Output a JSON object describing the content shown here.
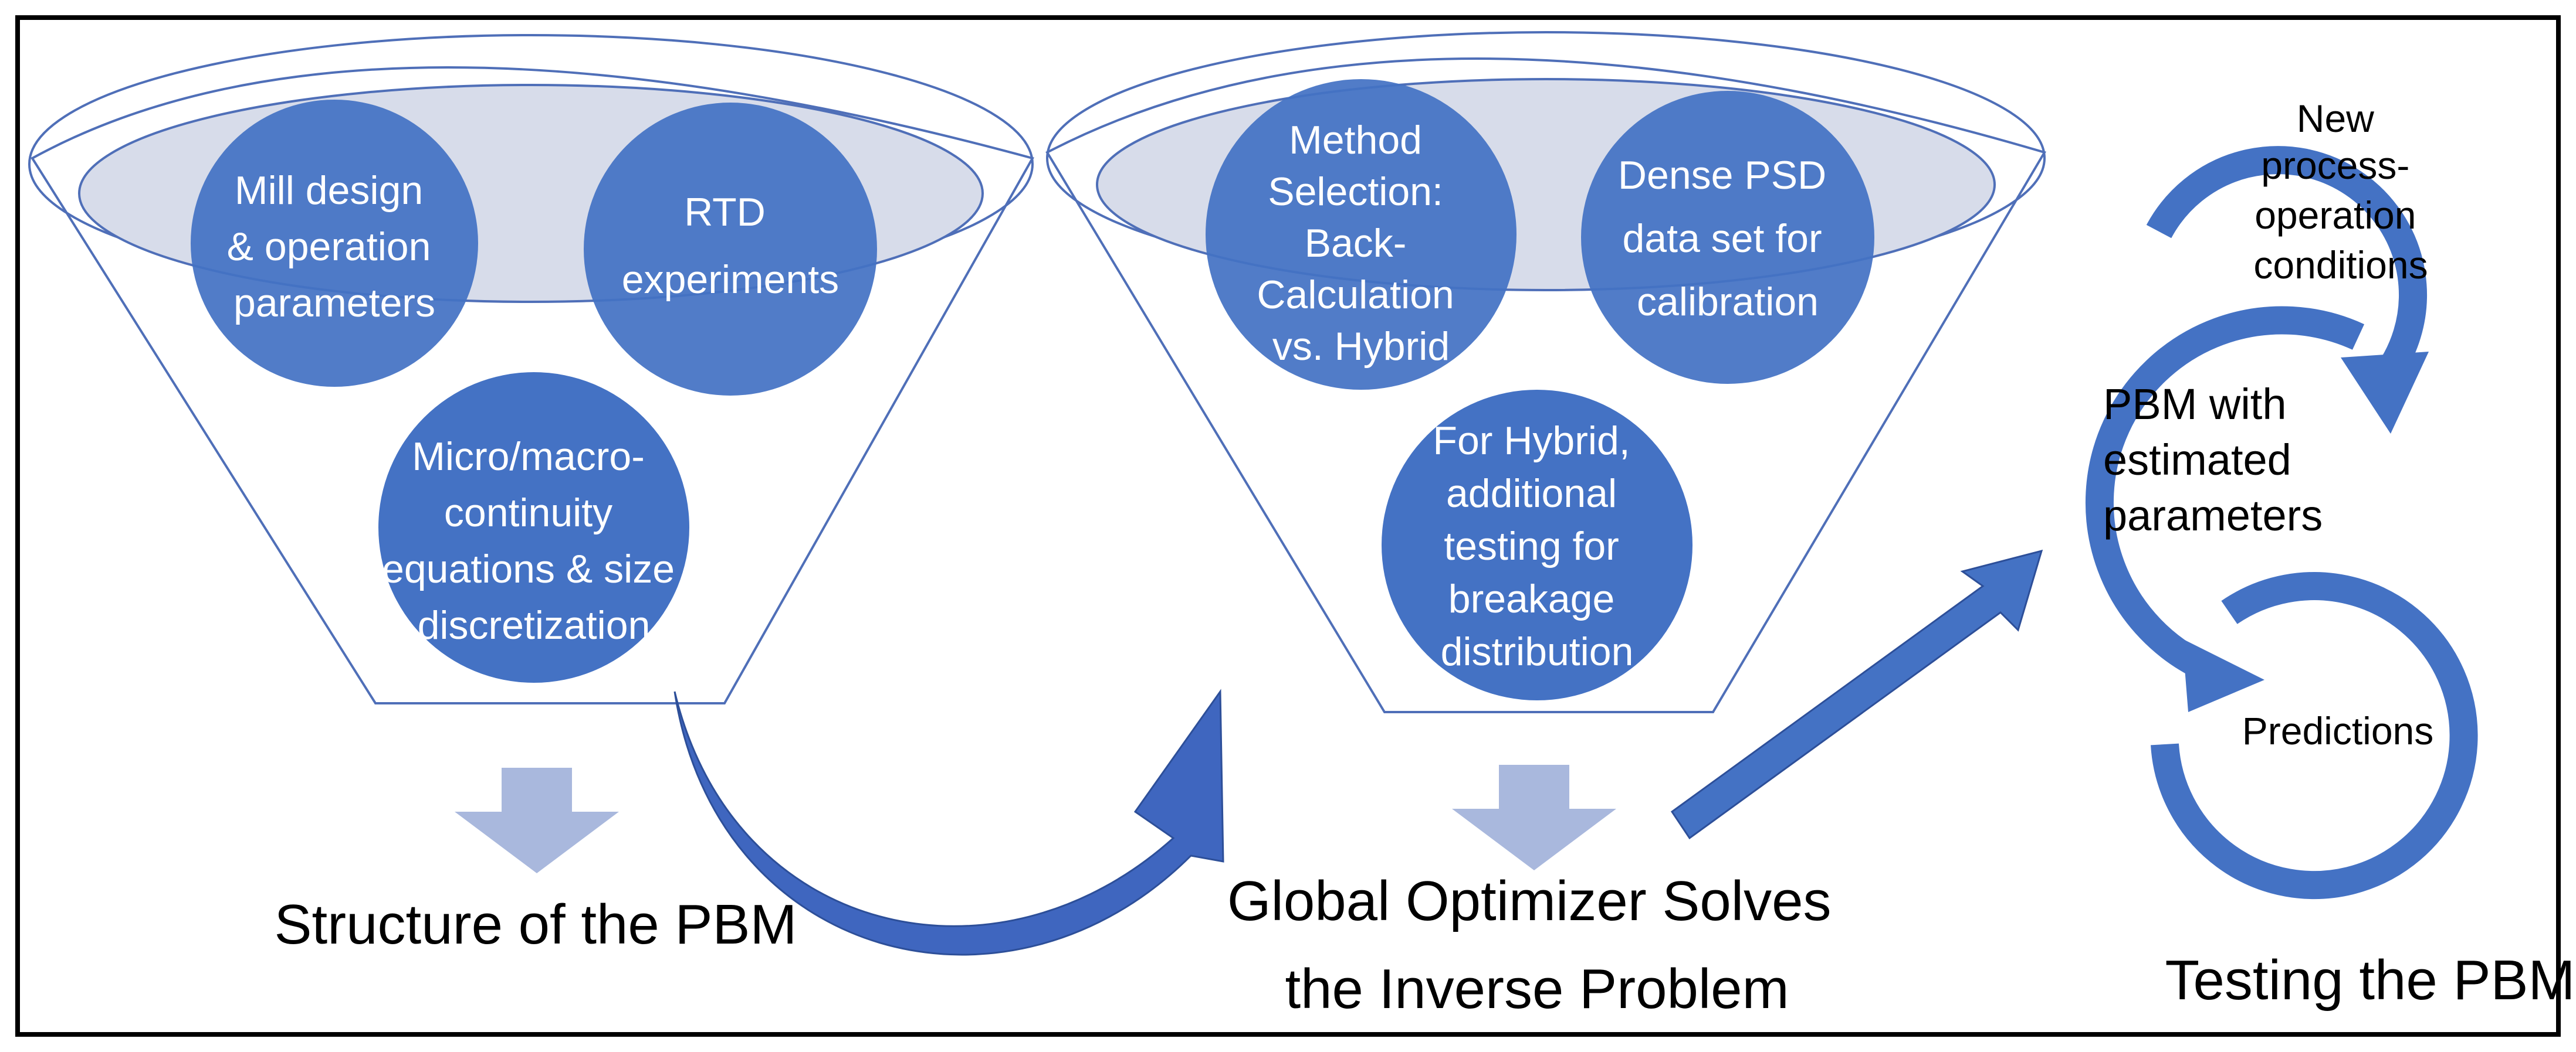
{
  "colors": {
    "circle_fill": "#4472C4",
    "funnel_top_fill": "#D7DCEA",
    "funnel_outline": "#4F6FB8",
    "down_arrow": "#A9B8DD",
    "curved_arrow": "#3F66BF",
    "frame": "#000000"
  },
  "funnels": [
    {
      "circles": [
        {
          "lines": [
            "Mill design",
            "& operation",
            "parameters"
          ]
        },
        {
          "lines": [
            "RTD",
            "experiments"
          ]
        },
        {
          "lines": [
            "Micro/macro-",
            "continuity",
            "equations & size",
            "discretization"
          ]
        }
      ],
      "caption": "Structure of the PBM"
    },
    {
      "circles": [
        {
          "lines": [
            "Method",
            "Selection:",
            "Back-",
            "Calculation",
            "vs. Hybrid"
          ]
        },
        {
          "lines": [
            "Dense PSD",
            "data set for",
            "calibration"
          ]
        },
        {
          "lines": [
            "For Hybrid,",
            "additional",
            "testing for",
            "breakage",
            "distribution"
          ]
        }
      ],
      "caption_lines": [
        "Global Optimizer Solves",
        "the Inverse Problem"
      ]
    }
  ],
  "cycle": {
    "items": [
      {
        "lines": [
          "New",
          "process-",
          "operation",
          "conditions"
        ]
      },
      {
        "lines": [
          "PBM with",
          "estimated",
          "parameters"
        ]
      },
      {
        "lines": [
          "Predictions"
        ]
      }
    ],
    "caption": "Testing the PBM"
  },
  "icons": {
    "down_arrow": "down-arrow-icon",
    "curved_arrow": "curved-arrow-icon",
    "cycle_arrow": "circular-arrow-icon"
  }
}
